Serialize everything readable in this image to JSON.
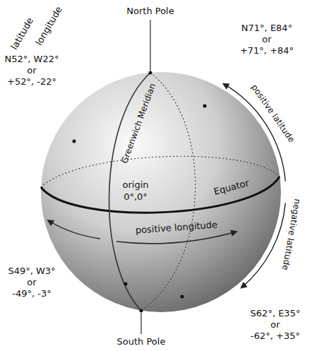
{
  "diagram": {
    "labels": [
      "latitude",
      "longitude",
      "N52°, W22°",
      "or",
      "+52°, -22°",
      "North Pole",
      "N71°, E84°",
      "or",
      "+71°, +84°",
      "Greenwich Meridian",
      "positive latitude",
      "origin",
      "0°,0°",
      "Equator",
      "positive longitude",
      "negative latitude",
      "S49°, W3°",
      "or",
      "-49°, -3°",
      "S62°, E35°",
      "or",
      "-62°, +35°",
      "South Pole"
    ]
  }
}
